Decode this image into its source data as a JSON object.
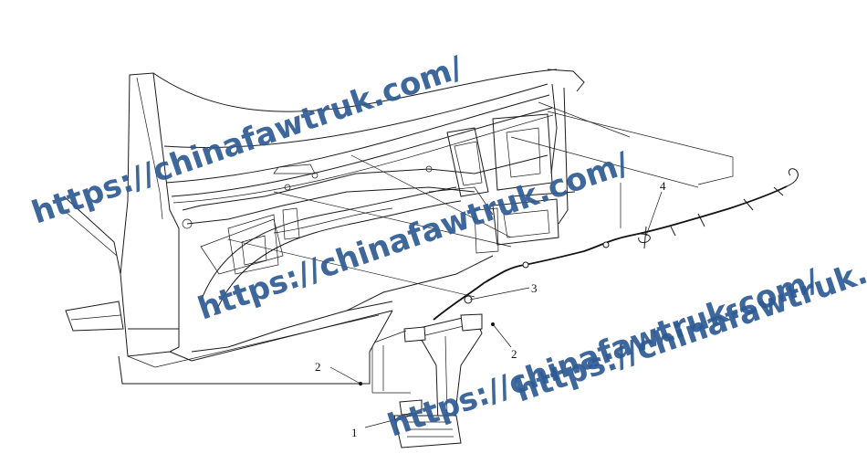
{
  "callouts": {
    "c1": "1",
    "c2a": "2",
    "c2b": "2",
    "c3": "3",
    "c4": "4"
  },
  "watermarks": {
    "w1": "https://chinafawtruk.com/",
    "w2": "https://chinafawtruk.com/",
    "w3": "https://chinafawtruk.com/",
    "w4": "https://chinafawtruk.com/"
  },
  "colors": {
    "watermark": "#2e5a94",
    "line": "#1a1a1a",
    "background": "#ffffff"
  }
}
